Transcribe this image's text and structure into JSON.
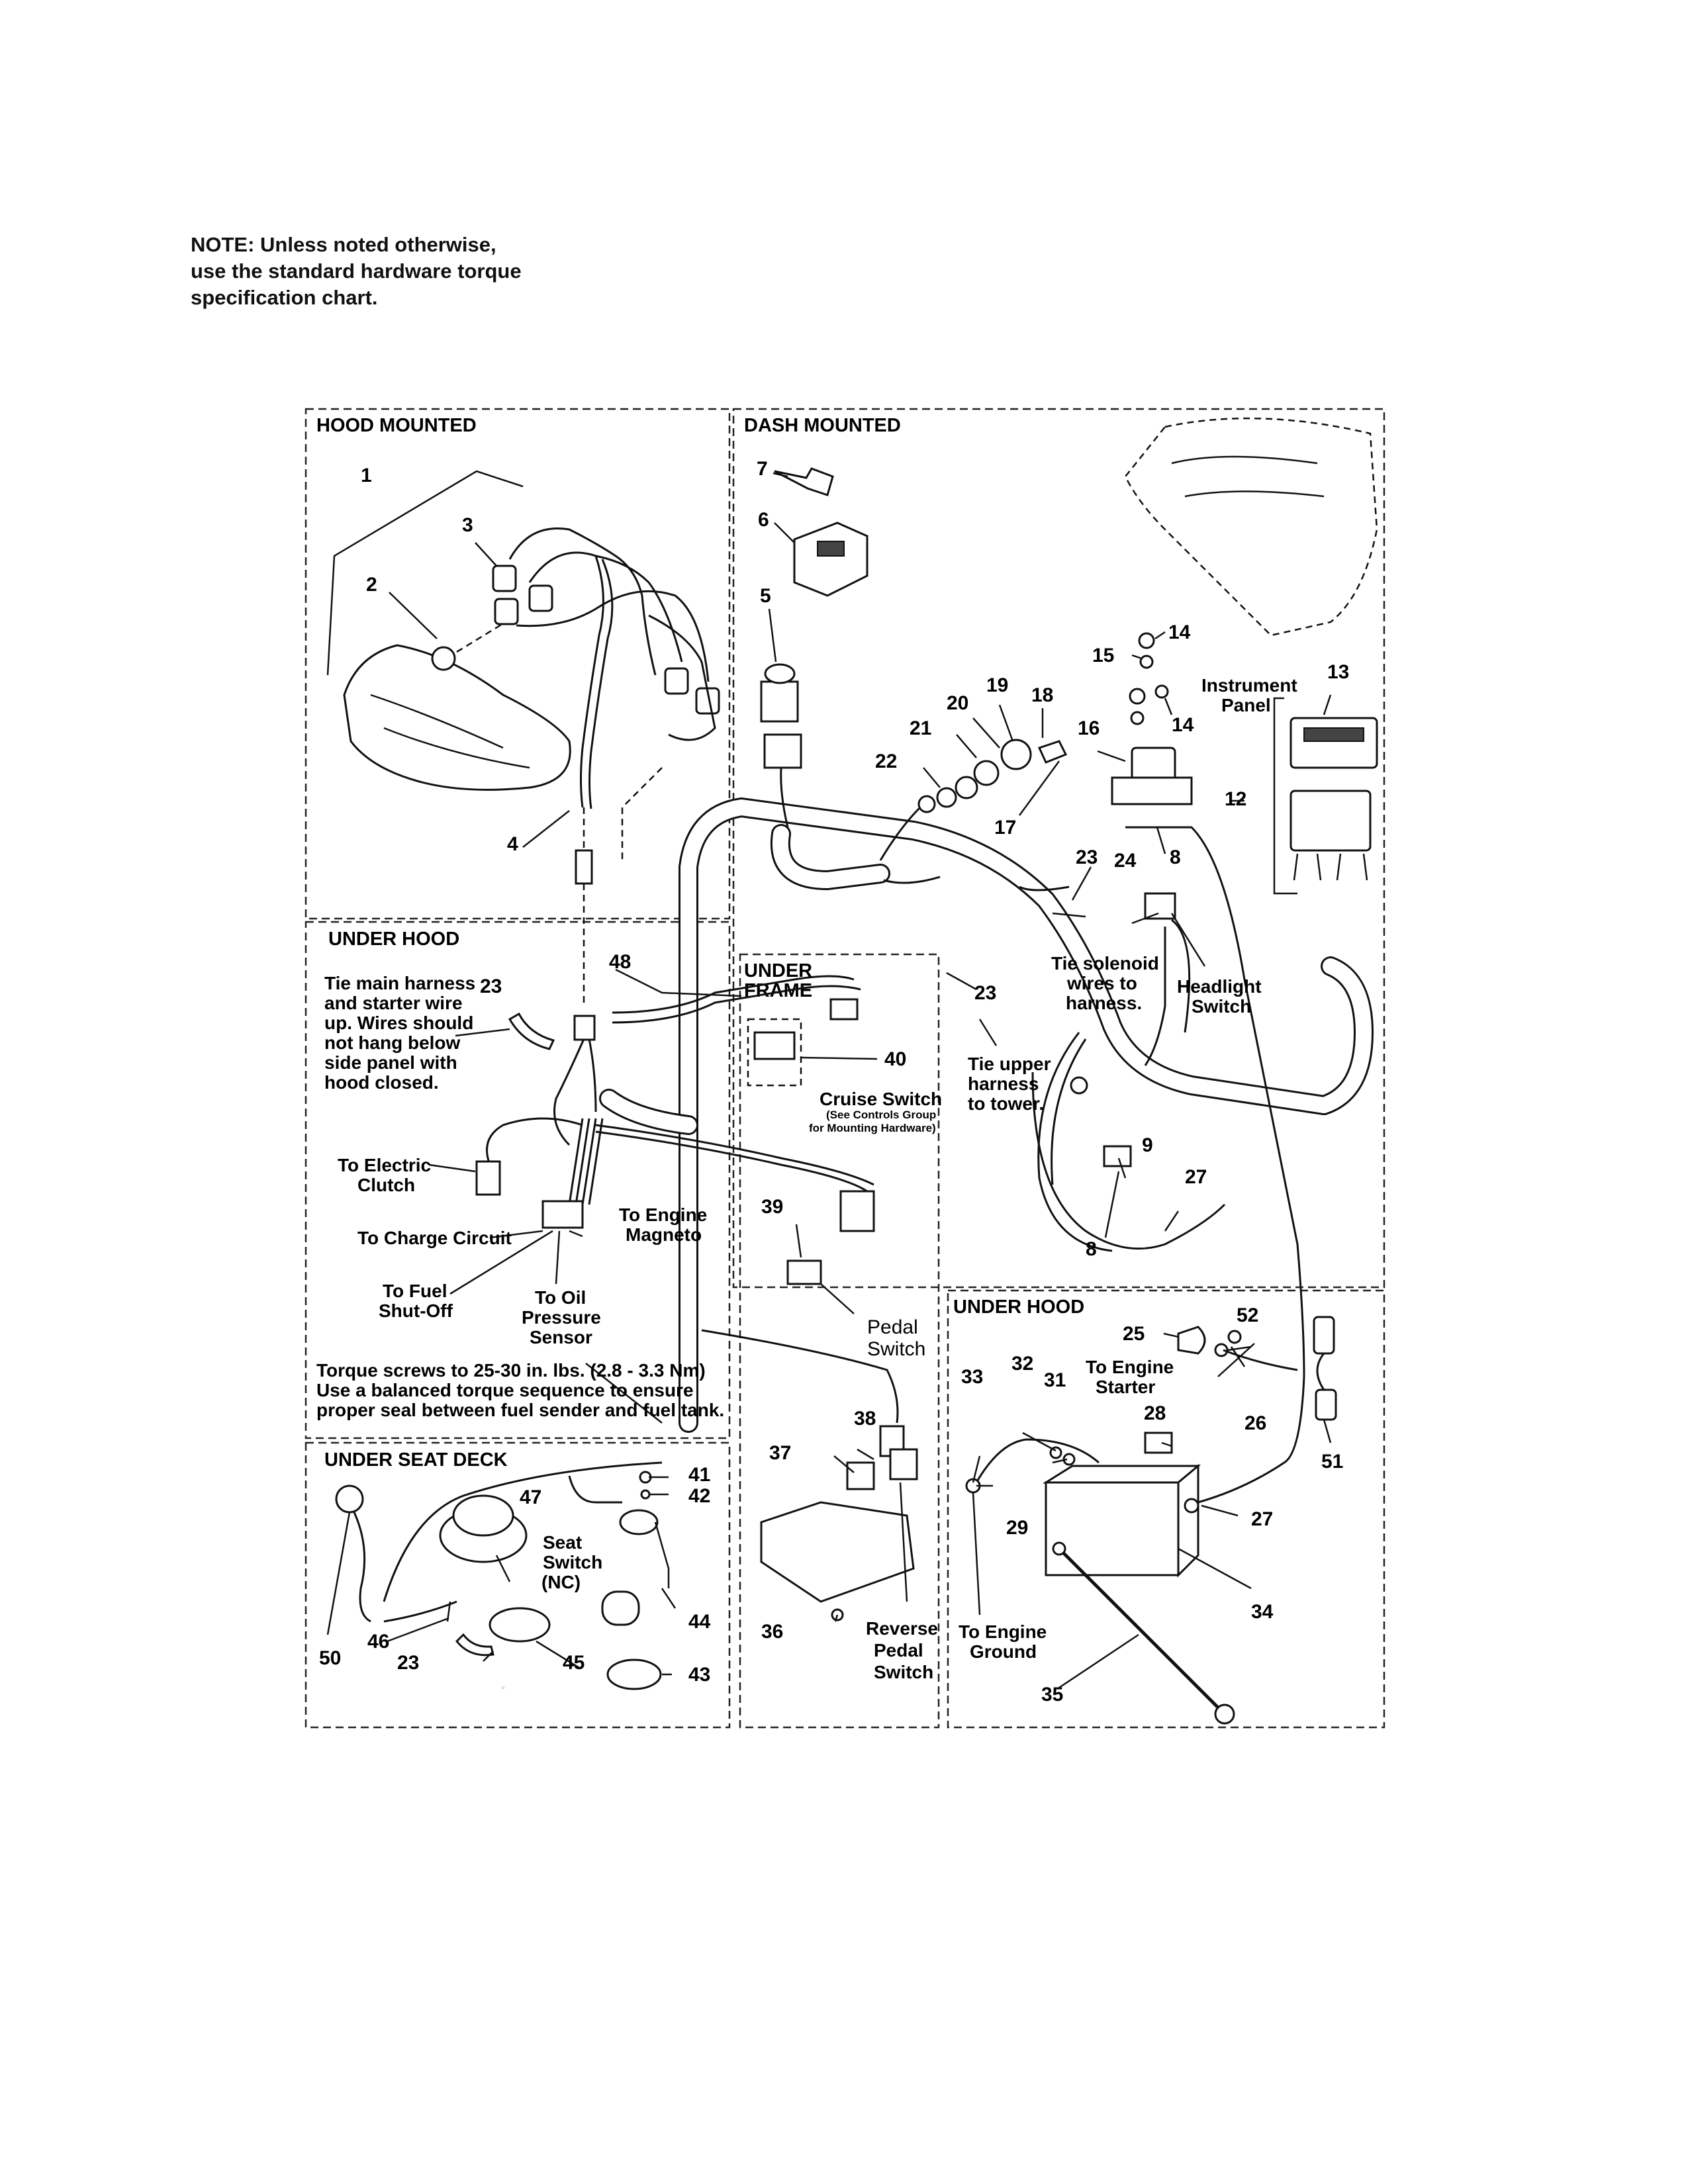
{
  "note": {
    "line1": "NOTE: Unless noted otherwise,",
    "line2": "use the standard hardware torque",
    "line3": "specification chart."
  },
  "sections": {
    "hood_mounted": "HOOD MOUNTED",
    "dash_mounted": "DASH MOUNTED",
    "under_hood_left": "UNDER HOOD",
    "under_frame_1": "UNDER",
    "under_frame_2": "FRAME",
    "under_hood_right": "UNDER HOOD",
    "under_seat_deck": "UNDER SEAT DECK"
  },
  "callouts": {
    "tie_main_1": "Tie main harness",
    "tie_main_2": "and starter wire",
    "tie_main_3": "up. Wires should",
    "tie_main_4": "not hang below",
    "tie_main_5": "side panel with",
    "tie_main_6": "hood closed.",
    "electric_clutch_1": "To Electric",
    "electric_clutch_2": "Clutch",
    "charge_circuit": "To Charge Circuit",
    "engine_magneto_1": "To Engine",
    "engine_magneto_2": "Magneto",
    "fuel_shutoff_1": "To Fuel",
    "fuel_shutoff_2": "Shut-Off",
    "oil_pressure_1": "To Oil",
    "oil_pressure_2": "Pressure",
    "oil_pressure_3": "Sensor",
    "torque_1": "Torque screws to 25-30 in. lbs. (2.8 - 3.3 Nm)",
    "torque_2": "Use a balanced torque sequence to ensure",
    "torque_3": "proper seal between fuel sender and fuel tank.",
    "cruise_switch": "Cruise Switch",
    "cruise_note_1": "(See Controls Group",
    "cruise_note_2": "for Mounting Hardware)",
    "pedal_switch_1": "Pedal",
    "pedal_switch_2": "Switch",
    "reverse_1": "Reverse",
    "reverse_2": "Pedal",
    "reverse_3": "Switch",
    "tie_upper_1": "Tie upper",
    "tie_upper_2": "harness",
    "tie_upper_3": "to tower.",
    "tie_solenoid_1": "Tie solenoid",
    "tie_solenoid_2": "wires to",
    "tie_solenoid_3": "harness.",
    "headlight_1": "Headlight",
    "headlight_2": "Switch",
    "instrument_1": "Instrument",
    "instrument_2": "Panel",
    "engine_starter_1": "To Engine",
    "engine_starter_2": "Starter",
    "engine_ground_1": "To Engine",
    "engine_ground_2": "Ground",
    "seat_switch_1": "Seat",
    "seat_switch_2": "Switch",
    "seat_switch_3": "(NC)"
  },
  "numbers": {
    "n1": "1",
    "n2": "2",
    "n3": "3",
    "n4": "4",
    "n5": "5",
    "n6": "6",
    "n7": "7",
    "n8a": "8",
    "n8b": "8",
    "n9": "9",
    "n12": "12",
    "n13": "13",
    "n14a": "14",
    "n14b": "14",
    "n15": "15",
    "n16": "16",
    "n17": "17",
    "n18": "18",
    "n19": "19",
    "n20": "20",
    "n21": "21",
    "n22": "22",
    "n23a": "23",
    "n23b": "23",
    "n23c": "23",
    "n23d": "23",
    "n24": "24",
    "n25": "25",
    "n26": "26",
    "n27a": "27",
    "n27b": "27",
    "n28": "28",
    "n29": "29",
    "n31": "31",
    "n32": "32",
    "n33": "33",
    "n34": "34",
    "n35": "35",
    "n36": "36",
    "n37": "37",
    "n38": "38",
    "n39": "39",
    "n40": "40",
    "n41": "41",
    "n42": "42",
    "n43": "43",
    "n44": "44",
    "n45": "45",
    "n46": "46",
    "n47": "47",
    "n48": "48",
    "n50": "50",
    "n51": "51",
    "n52": "52"
  }
}
